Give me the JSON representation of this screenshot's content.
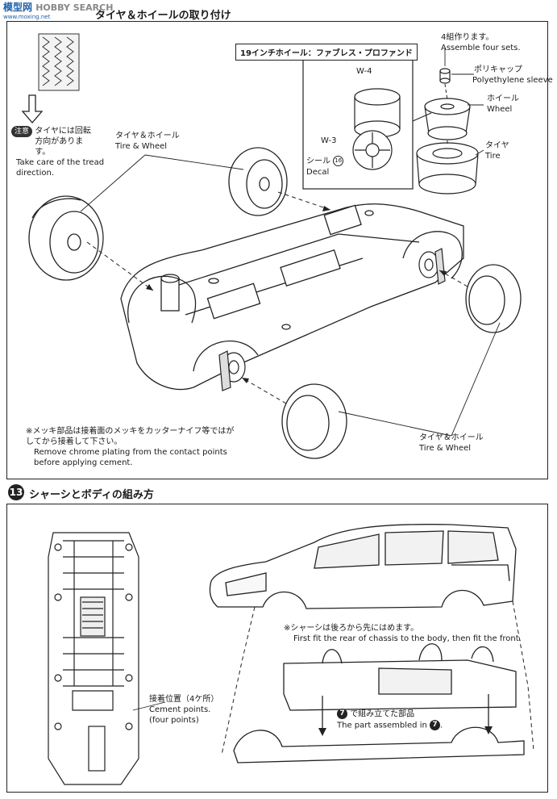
{
  "watermark": {
    "logo_text": "模型网",
    "logo_latin": "HOBBY SEARCH",
    "site": "www.moxing.net"
  },
  "step12": {
    "title": "タイヤ＆ホイールの取り付け",
    "caution_badge": "注意",
    "caution_jp": "タイヤには回転方向があります。",
    "caution_en": "Take care of the tread direction.",
    "tire_wheel_jp": "タイヤ＆ホイール",
    "tire_wheel_en": "Tire & Wheel",
    "wheel_box_label": "19インチホイール：ファブレス・プロファンド",
    "part_w4": "W-4",
    "part_w3": "W-3",
    "decal_jp": "シール",
    "decal_en": "Decal",
    "decal_num": "16",
    "assemble_jp": "4組作ります。",
    "assemble_en": "Assemble four sets.",
    "poly_jp": "ポリキャップ",
    "poly_en": "Polyethylene sleeve",
    "wheel_jp": "ホイール",
    "wheel_en": "Wheel",
    "tire_jp": "タイヤ",
    "tire_en": "Tire",
    "chrome_jp": "※メッキ部品は接着面のメッキをカッターナイフ等ではがしてから接着して下さい。",
    "chrome_en": "Remove chrome plating from the contact points before applying cement.",
    "tire_wheel2_jp": "タイヤ＆ホイール",
    "tire_wheel2_en": "Tire & Wheel"
  },
  "step13": {
    "number": "13",
    "title": "シャーシとボディの組み方",
    "rear_first_jp": "※シャーシは後ろから先にはめます。",
    "rear_first_en": "First fit the rear of chassis to the body, then fit the front.",
    "cement_jp": "接着位置（4ケ所）",
    "cement_en1": "Cement points.",
    "cement_en2": "(four points)",
    "ref_num": "7",
    "ref_jp": "で組み立てた部品",
    "ref_en": "The part assembled in"
  }
}
